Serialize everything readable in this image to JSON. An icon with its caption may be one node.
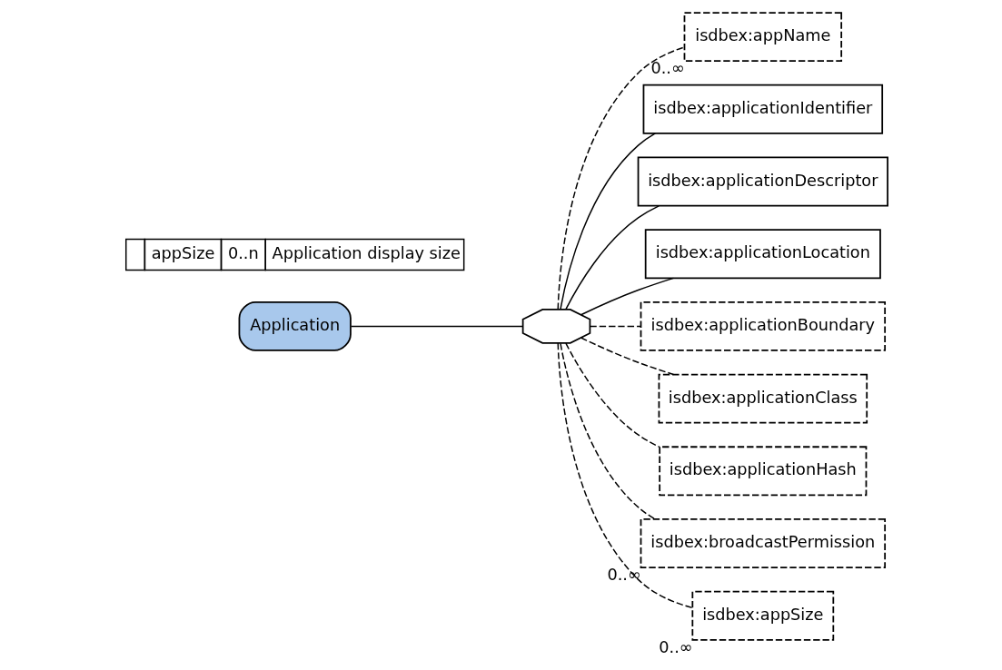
{
  "diagram": {
    "nodes": [
      {
        "text": [
          "Application"
        ]
      },
      {
        "text": [],
        "shape": "octagon"
      },
      {
        "text": [
          "isdbex:appName"
        ],
        "beside": [
          "0..∞"
        ]
      },
      {
        "text": [
          "isdbex:applicationIdentifier"
        ]
      },
      {
        "text": [
          "isdbex:applicationDescriptor"
        ]
      },
      {
        "text": [
          "isdbex:applicationLocation"
        ]
      },
      {
        "text": [
          "isdbex:applicationBoundary"
        ]
      },
      {
        "text": [
          "isdbex:applicationClass"
        ]
      },
      {
        "text": [
          "isdbex:applicationHash"
        ]
      },
      {
        "text": [
          "isdbex:broadcastPermission"
        ],
        "beside": [
          "0..∞"
        ]
      },
      {
        "text": [
          "isdbex:appSize"
        ],
        "beside": [
          "0..∞"
        ]
      }
    ],
    "edges": [
      {
        "from": 0,
        "to": 1,
        "arrow": "none"
      },
      {
        "from": 1,
        "to": 2,
        "arrow": "none",
        "style": "dashed"
      },
      {
        "from": 1,
        "to": 3,
        "arrow": "none"
      },
      {
        "from": 1,
        "to": 4,
        "arrow": "none"
      },
      {
        "from": 1,
        "to": 5,
        "arrow": "none"
      },
      {
        "from": 1,
        "to": 6,
        "arrow": "none",
        "style": "dashed"
      },
      {
        "from": 1,
        "to": 7,
        "arrow": "none",
        "style": "dashed"
      },
      {
        "from": 1,
        "to": 8,
        "arrow": "none",
        "style": "dashed"
      },
      {
        "from": 1,
        "to": 9,
        "arrow": "none",
        "style": "dashed"
      },
      {
        "from": 1,
        "to": 10,
        "arrow": "none",
        "style": "dashed"
      }
    ],
    "labels": [
      "appSize",
      "0..n",
      "Application display size"
    ]
  }
}
